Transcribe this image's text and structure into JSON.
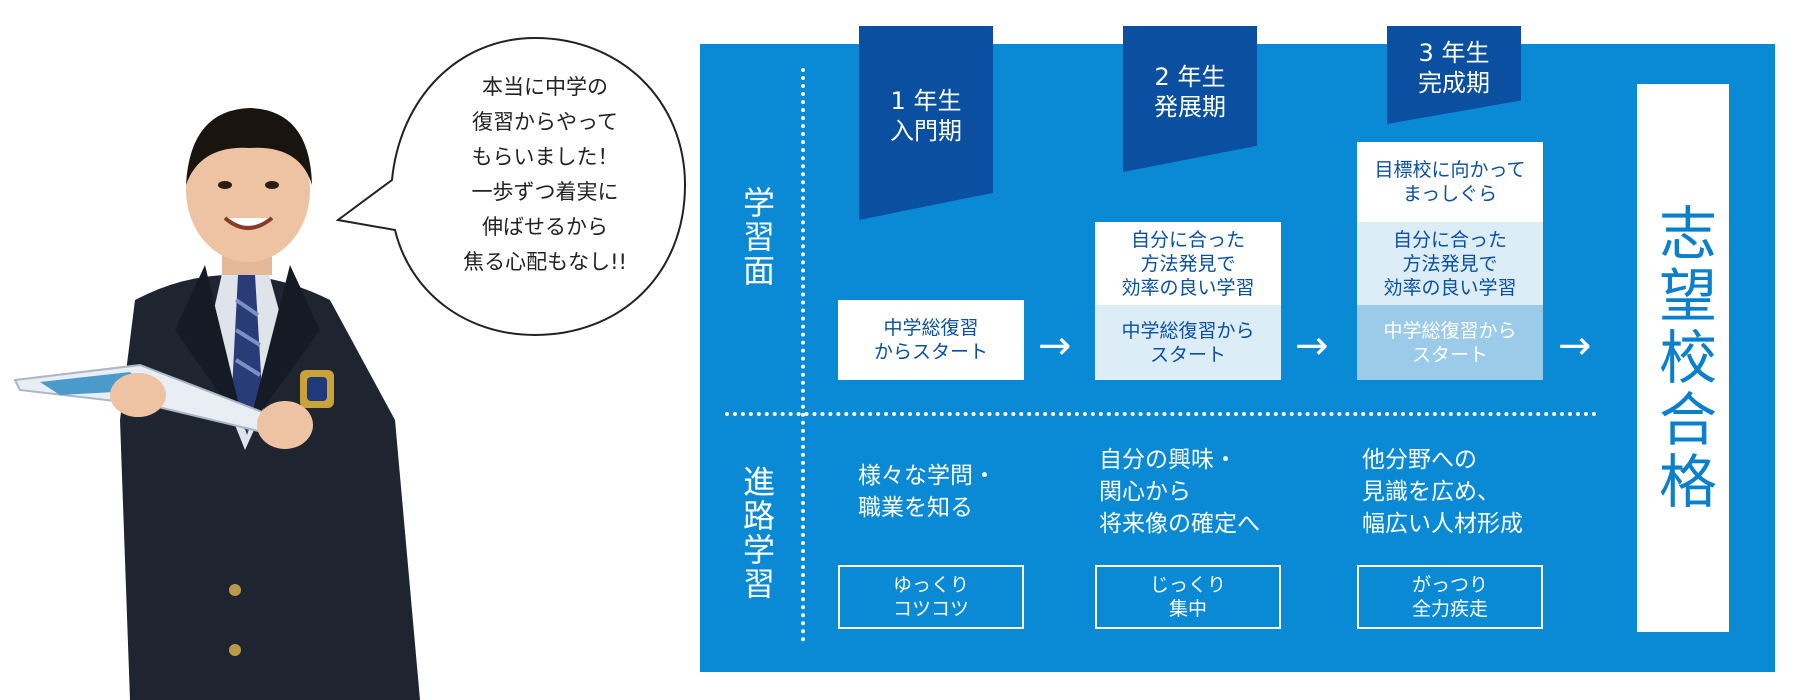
{
  "speech_bubble": {
    "lines": [
      "本当に中学の",
      "復習からやって",
      "もらいました！",
      "一歩ずつ着実に",
      "伸ばせるから",
      "焦る心配もなし!!"
    ]
  },
  "rows": {
    "study_label": "学習面",
    "career_label": "進路学習"
  },
  "years": [
    {
      "line1": "1 年生",
      "line2": "入門期"
    },
    {
      "line1": "2 年生",
      "line2": "発展期"
    },
    {
      "line1": "3 年生",
      "line2": "完成期"
    }
  ],
  "study_boxes": {
    "y1": {
      "review": [
        "中学総復習",
        "からスタート"
      ]
    },
    "y2": {
      "method": [
        "自分に合った",
        "方法発見で",
        "効率の良い学習"
      ],
      "review": [
        "中学総復習から",
        "スタート"
      ]
    },
    "y3": {
      "target": [
        "目標校に向かって",
        "まっしぐら"
      ],
      "method": [
        "自分に合った",
        "方法発見で",
        "効率の良い学習"
      ],
      "review": [
        "中学総復習から",
        "スタート"
      ]
    }
  },
  "arrow": "→",
  "career_texts": [
    [
      "様々な学問・",
      "職業を知る"
    ],
    [
      "自分の興味・",
      "関心から",
      "将来像の確定へ"
    ],
    [
      "他分野への",
      "見識を広め、",
      "幅広い人材形成"
    ]
  ],
  "pace": [
    [
      "ゆっくり",
      "コツコツ"
    ],
    [
      "じっくり",
      "集中"
    ],
    [
      "がっつり",
      "全力疾走"
    ]
  ],
  "goal": "志望校合格",
  "colors": {
    "panel_blue": "#0a8ad4",
    "ribbon_navy": "#0a4fa0",
    "light_blue_1": "#dcedf8",
    "light_blue_2": "#b8daf0",
    "light_blue_3": "#8cc4e8"
  }
}
